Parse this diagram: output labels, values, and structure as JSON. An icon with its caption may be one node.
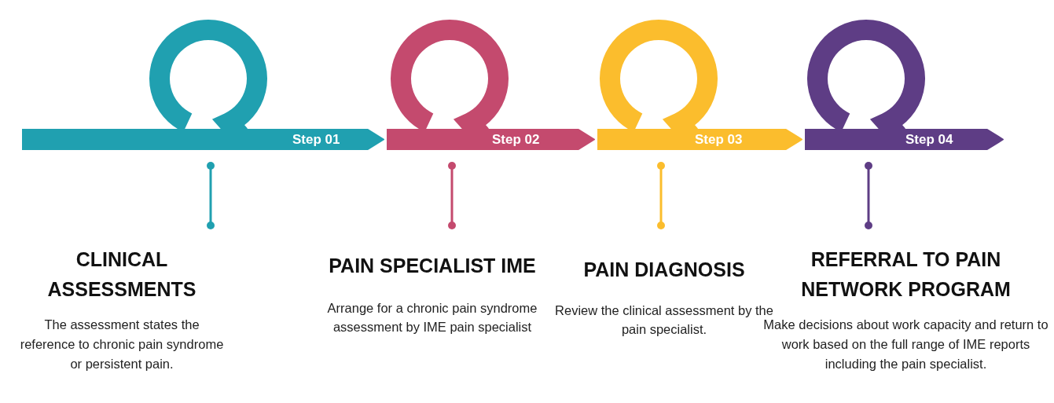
{
  "diagram": {
    "nodes": [
      {
        "text": [
          "Step 01"
        ]
      },
      {
        "text": [
          "Step 02"
        ]
      },
      {
        "text": [
          "Step 03"
        ]
      },
      {
        "text": [
          "Step 04"
        ]
      },
      {
        "text": [
          "CLINICAL ASSESSMENTS",
          "The assessment states the reference to chronic pain syndrome or persistent pain."
        ]
      },
      {
        "text": [
          "PAIN SPECIALIST IME",
          "Arrange for a chronic pain syndrome assessment by IME pain specialist"
        ]
      },
      {
        "text": [
          "PAIN DIAGNOSIS",
          "Review the clinical assessment by the pain specialist."
        ]
      },
      {
        "text": [
          "REFERRAL TO PAIN NETWORK PROGRAM",
          "Make decisions about work capacity and return to work based on the full range of IME reports including the pain specialist."
        ]
      }
    ],
    "edges": [
      {
        "from": 0,
        "to": 4,
        "arrow": "other",
        "color": "#20a0b0"
      },
      {
        "from": 1,
        "to": 5,
        "arrow": "other",
        "color": "#c44a6e"
      },
      {
        "from": 2,
        "to": 6,
        "arrow": "other",
        "color": "#fbbd2d"
      },
      {
        "from": 3,
        "to": 7,
        "arrow": "other",
        "color": "#5e3d85"
      }
    ]
  }
}
